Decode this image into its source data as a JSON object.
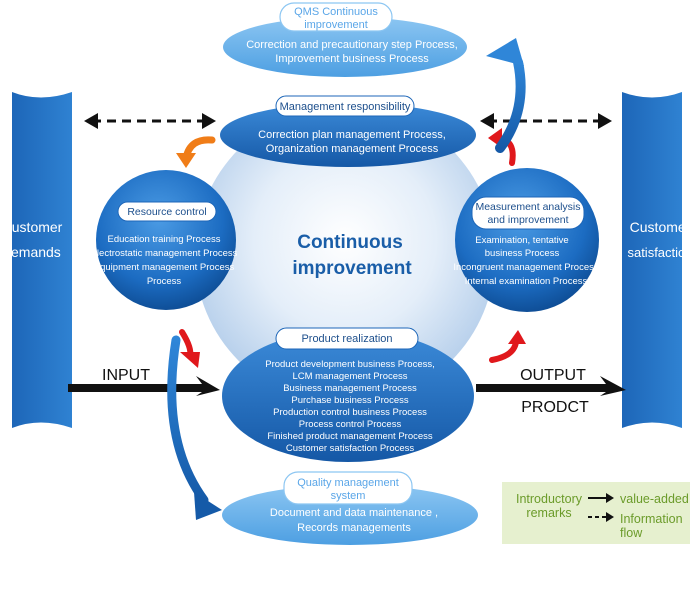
{
  "side_panels": {
    "left": [
      "Customer",
      "demands"
    ],
    "right": [
      "Customer",
      "satisfaction"
    ]
  },
  "center": [
    "Continuous",
    "improvement"
  ],
  "qms": {
    "title": [
      "QMS Continuous",
      "improvement"
    ],
    "body": [
      "Correction and precautionary step Process,",
      "Improvement business Process"
    ]
  },
  "management": {
    "title": "Management responsibility",
    "body": [
      "Correction plan management Process,",
      "Organization management Process"
    ]
  },
  "resource": {
    "title": "Resource control",
    "body": [
      "Education  training Process",
      "Electrostatic management  Process",
      "Equipment management Process",
      "Process"
    ]
  },
  "measurement": {
    "title": [
      "Measurement analysis",
      "and improvement"
    ],
    "body": [
      "Examination,  tentative",
      "business Process",
      "Incongruent management Process",
      "Internal examination Process"
    ]
  },
  "product": {
    "title": "Product realization",
    "body": [
      "Product development business Process,",
      "LCM management Process",
      "Business management Process",
      "Purchase business Process",
      "Production control business Process",
      "Process control Process",
      "Finished product management Process",
      "Customer satisfaction Process"
    ]
  },
  "quality": {
    "title": [
      "Quality management",
      "system"
    ],
    "body": [
      "Document and data maintenance ,",
      "Records managements"
    ]
  },
  "flow_labels": {
    "input": "INPUT",
    "output": "OUTPUT",
    "product": "PRODCT"
  },
  "legend": {
    "title": [
      "Introductory",
      "remarks"
    ],
    "value_added": "value-added",
    "information_flow": [
      "Information",
      "flow"
    ]
  },
  "colors": {
    "blue_dark": "#1a5ea8",
    "blue_mid": "#2e7fcf",
    "blue_light": "#6fb3ec",
    "orange": "#f07d18",
    "red": "#e0181c",
    "legend_bg": "#e6f0cf",
    "legend_text": "#6b9b2a"
  }
}
